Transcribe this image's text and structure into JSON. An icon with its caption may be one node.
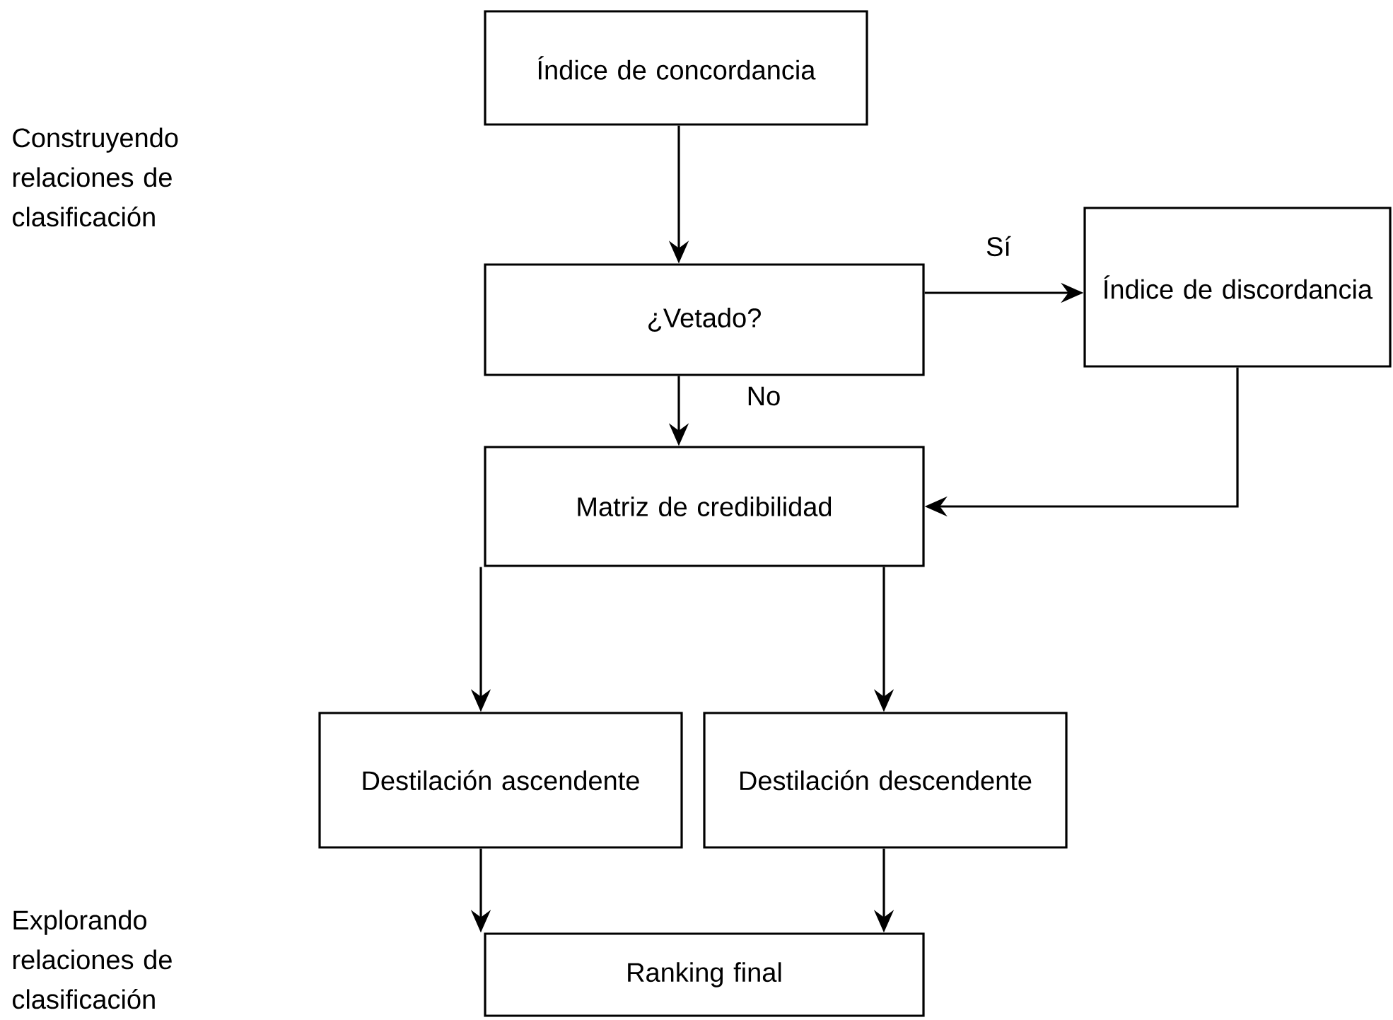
{
  "diagram": {
    "nodes": [
      {
        "text": [
          "Índice de concordancia"
        ]
      },
      {
        "text": [
          "¿Vetado?"
        ]
      },
      {
        "text": [
          "Índice de discordancia"
        ]
      },
      {
        "text": [
          "Matriz de credibilidad"
        ]
      },
      {
        "text": [
          "Destilación ascendente"
        ]
      },
      {
        "text": [
          "Destilación descendente"
        ]
      },
      {
        "text": [
          "Ranking final"
        ]
      }
    ],
    "edges": [
      {
        "from": 0,
        "to": 1,
        "arrow": "to"
      },
      {
        "from": 1,
        "to": 2,
        "arrow": "to",
        "label": "Sí"
      },
      {
        "from": 1,
        "to": 3,
        "arrow": "to",
        "label": "No"
      },
      {
        "from": 2,
        "to": 3,
        "arrow": "to"
      },
      {
        "from": 3,
        "to": 4,
        "arrow": "to"
      },
      {
        "from": 3,
        "to": 5,
        "arrow": "to"
      },
      {
        "from": 4,
        "to": 6,
        "arrow": "to"
      },
      {
        "from": 5,
        "to": 6,
        "arrow": "to"
      }
    ],
    "labels": [
      "Construyendo relaciones de clasificación",
      "Explorando relaciones de clasificación"
    ]
  }
}
